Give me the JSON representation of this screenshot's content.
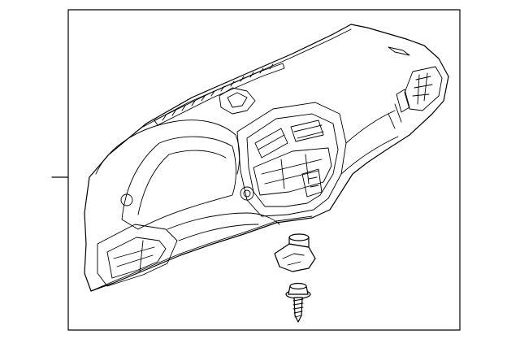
{
  "diagram": {
    "type": "exploded-parts-view",
    "callout_labels": [],
    "parts": [
      {
        "name": "instrument-panel"
      },
      {
        "name": "clip-nut"
      },
      {
        "name": "screw"
      }
    ],
    "colors": {
      "line": "#000000",
      "background": "#ffffff"
    }
  }
}
